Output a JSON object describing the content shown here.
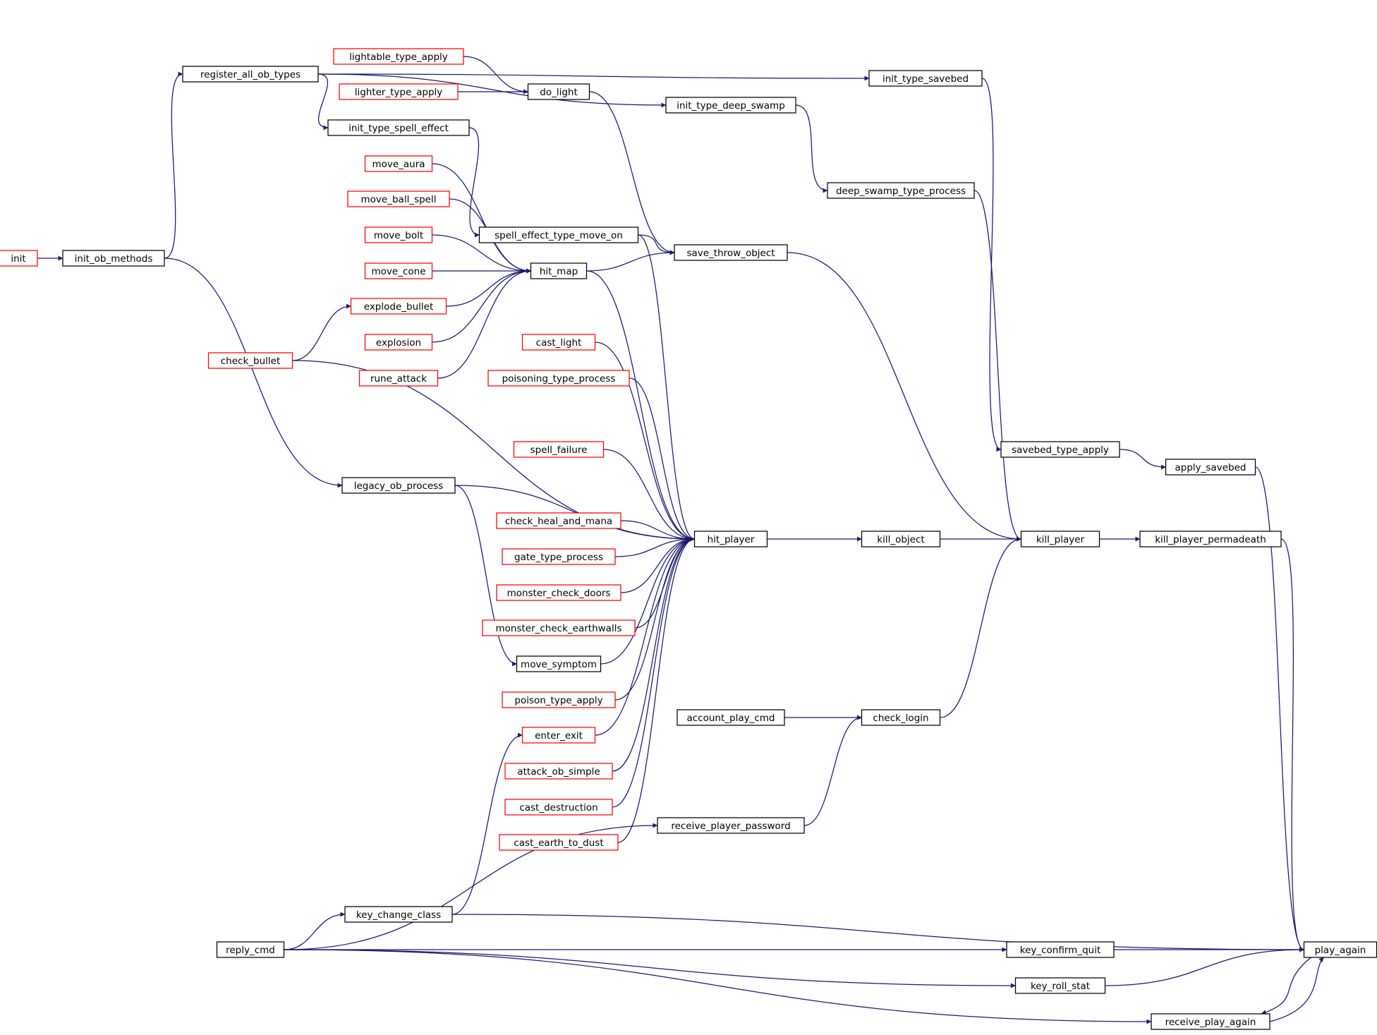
{
  "graph": {
    "colors": {
      "edge": "#191970",
      "node_border_documented": "#000000",
      "node_border_undocumented": "#ff0000",
      "focus_fill": "#bfbfbf"
    },
    "focus_node": "play_again",
    "nodes": [
      {
        "id": "play_again",
        "label": "play_again",
        "style": "focus"
      },
      {
        "id": "register_all_ob_types",
        "label": "register_all_ob_types",
        "style": "normal"
      },
      {
        "id": "lightable_type_apply",
        "label": "lightable_type_apply",
        "style": "red"
      },
      {
        "id": "lighter_type_apply",
        "label": "lighter_type_apply",
        "style": "red"
      },
      {
        "id": "do_light",
        "label": "do_light",
        "style": "normal"
      },
      {
        "id": "init_type_deep_swamp",
        "label": "init_type_deep_swamp",
        "style": "normal"
      },
      {
        "id": "init_type_savebed",
        "label": "init_type_savebed",
        "style": "normal"
      },
      {
        "id": "init_type_spell_effect",
        "label": "init_type_spell_effect",
        "style": "normal"
      },
      {
        "id": "move_aura",
        "label": "move_aura",
        "style": "red"
      },
      {
        "id": "deep_swamp_type_process",
        "label": "deep_swamp_type_process",
        "style": "normal"
      },
      {
        "id": "move_ball_spell",
        "label": "move_ball_spell",
        "style": "red"
      },
      {
        "id": "move_bolt",
        "label": "move_bolt",
        "style": "red"
      },
      {
        "id": "spell_effect_type_move_on",
        "label": "spell_effect_type_move_on",
        "style": "normal"
      },
      {
        "id": "save_throw_object",
        "label": "save_throw_object",
        "style": "normal"
      },
      {
        "id": "init",
        "label": "init",
        "style": "red"
      },
      {
        "id": "init_ob_methods",
        "label": "init_ob_methods",
        "style": "normal"
      },
      {
        "id": "move_cone",
        "label": "move_cone",
        "style": "red"
      },
      {
        "id": "hit_map",
        "label": "hit_map",
        "style": "normal"
      },
      {
        "id": "explode_bullet",
        "label": "explode_bullet",
        "style": "red"
      },
      {
        "id": "explosion",
        "label": "explosion",
        "style": "red"
      },
      {
        "id": "cast_light",
        "label": "cast_light",
        "style": "red"
      },
      {
        "id": "check_bullet",
        "label": "check_bullet",
        "style": "red"
      },
      {
        "id": "rune_attack",
        "label": "rune_attack",
        "style": "red"
      },
      {
        "id": "poisoning_type_process",
        "label": "poisoning_type_process",
        "style": "red"
      },
      {
        "id": "spell_failure",
        "label": "spell_failure",
        "style": "red"
      },
      {
        "id": "savebed_type_apply",
        "label": "savebed_type_apply",
        "style": "normal"
      },
      {
        "id": "apply_savebed",
        "label": "apply_savebed",
        "style": "normal"
      },
      {
        "id": "legacy_ob_process",
        "label": "legacy_ob_process",
        "style": "normal"
      },
      {
        "id": "check_heal_and_mana",
        "label": "check_heal_and_mana",
        "style": "red"
      },
      {
        "id": "hit_player",
        "label": "hit_player",
        "style": "normal"
      },
      {
        "id": "kill_object",
        "label": "kill_object",
        "style": "normal"
      },
      {
        "id": "kill_player",
        "label": "kill_player",
        "style": "normal"
      },
      {
        "id": "kill_player_permadeath",
        "label": "kill_player_permadeath",
        "style": "normal"
      },
      {
        "id": "gate_type_process",
        "label": "gate_type_process",
        "style": "red"
      },
      {
        "id": "monster_check_doors",
        "label": "monster_check_doors",
        "style": "red"
      },
      {
        "id": "monster_check_earthwalls",
        "label": "monster_check_earthwalls",
        "style": "red"
      },
      {
        "id": "move_symptom",
        "label": "move_symptom",
        "style": "normal"
      },
      {
        "id": "poison_type_apply",
        "label": "poison_type_apply",
        "style": "red"
      },
      {
        "id": "account_play_cmd",
        "label": "account_play_cmd",
        "style": "normal"
      },
      {
        "id": "check_login",
        "label": "check_login",
        "style": "normal"
      },
      {
        "id": "enter_exit",
        "label": "enter_exit",
        "style": "red"
      },
      {
        "id": "attack_ob_simple",
        "label": "attack_ob_simple",
        "style": "red"
      },
      {
        "id": "cast_destruction",
        "label": "cast_destruction",
        "style": "red"
      },
      {
        "id": "receive_player_password",
        "label": "receive_player_password",
        "style": "normal"
      },
      {
        "id": "cast_earth_to_dust",
        "label": "cast_earth_to_dust",
        "style": "red"
      },
      {
        "id": "key_change_class",
        "label": "key_change_class",
        "style": "normal"
      },
      {
        "id": "reply_cmd",
        "label": "reply_cmd",
        "style": "normal"
      },
      {
        "id": "key_confirm_quit",
        "label": "key_confirm_quit",
        "style": "normal"
      },
      {
        "id": "key_roll_stat",
        "label": "key_roll_stat",
        "style": "normal"
      },
      {
        "id": "receive_play_again",
        "label": "receive_play_again",
        "style": "normal"
      }
    ],
    "edges": [
      {
        "from": "init",
        "to": "init_ob_methods"
      },
      {
        "from": "init_ob_methods",
        "to": "register_all_ob_types"
      },
      {
        "from": "init_ob_methods",
        "to": "legacy_ob_process"
      },
      {
        "from": "register_all_ob_types",
        "to": "init_type_savebed"
      },
      {
        "from": "register_all_ob_types",
        "to": "init_type_deep_swamp"
      },
      {
        "from": "register_all_ob_types",
        "to": "init_type_spell_effect"
      },
      {
        "from": "lightable_type_apply",
        "to": "do_light"
      },
      {
        "from": "lighter_type_apply",
        "to": "do_light"
      },
      {
        "from": "do_light",
        "to": "save_throw_object"
      },
      {
        "from": "init_type_deep_swamp",
        "to": "deep_swamp_type_process"
      },
      {
        "from": "init_type_savebed",
        "to": "savebed_type_apply"
      },
      {
        "from": "init_type_spell_effect",
        "to": "spell_effect_type_move_on"
      },
      {
        "from": "move_aura",
        "to": "hit_map"
      },
      {
        "from": "move_ball_spell",
        "to": "hit_map"
      },
      {
        "from": "move_bolt",
        "to": "hit_map"
      },
      {
        "from": "move_cone",
        "to": "hit_map"
      },
      {
        "from": "explode_bullet",
        "to": "hit_map"
      },
      {
        "from": "explosion",
        "to": "hit_map"
      },
      {
        "from": "rune_attack",
        "to": "hit_map"
      },
      {
        "from": "check_bullet",
        "to": "explode_bullet"
      },
      {
        "from": "check_bullet",
        "to": "hit_player"
      },
      {
        "from": "spell_effect_type_move_on",
        "to": "save_throw_object"
      },
      {
        "from": "spell_effect_type_move_on",
        "to": "hit_player"
      },
      {
        "from": "hit_map",
        "to": "save_throw_object"
      },
      {
        "from": "hit_map",
        "to": "hit_player"
      },
      {
        "from": "save_throw_object",
        "to": "kill_player"
      },
      {
        "from": "deep_swamp_type_process",
        "to": "kill_player"
      },
      {
        "from": "cast_light",
        "to": "hit_player"
      },
      {
        "from": "poisoning_type_process",
        "to": "hit_player"
      },
      {
        "from": "spell_failure",
        "to": "hit_player"
      },
      {
        "from": "legacy_ob_process",
        "to": "hit_player"
      },
      {
        "from": "legacy_ob_process",
        "to": "move_symptom"
      },
      {
        "from": "check_heal_and_mana",
        "to": "hit_player"
      },
      {
        "from": "gate_type_process",
        "to": "hit_player"
      },
      {
        "from": "monster_check_doors",
        "to": "hit_player"
      },
      {
        "from": "monster_check_earthwalls",
        "to": "hit_player"
      },
      {
        "from": "move_symptom",
        "to": "hit_player"
      },
      {
        "from": "poison_type_apply",
        "to": "hit_player"
      },
      {
        "from": "enter_exit",
        "to": "hit_player"
      },
      {
        "from": "attack_ob_simple",
        "to": "hit_player"
      },
      {
        "from": "cast_destruction",
        "to": "hit_player"
      },
      {
        "from": "cast_earth_to_dust",
        "to": "hit_player"
      },
      {
        "from": "hit_player",
        "to": "kill_object"
      },
      {
        "from": "kill_object",
        "to": "kill_player"
      },
      {
        "from": "kill_player",
        "to": "kill_player_permadeath"
      },
      {
        "from": "savebed_type_apply",
        "to": "apply_savebed"
      },
      {
        "from": "apply_savebed",
        "to": "play_again"
      },
      {
        "from": "kill_player_permadeath",
        "to": "play_again"
      },
      {
        "from": "account_play_cmd",
        "to": "check_login"
      },
      {
        "from": "check_login",
        "to": "kill_player"
      },
      {
        "from": "receive_player_password",
        "to": "check_login"
      },
      {
        "from": "reply_cmd",
        "to": "receive_player_password"
      },
      {
        "from": "reply_cmd",
        "to": "key_change_class"
      },
      {
        "from": "reply_cmd",
        "to": "key_confirm_quit"
      },
      {
        "from": "reply_cmd",
        "to": "key_roll_stat"
      },
      {
        "from": "reply_cmd",
        "to": "receive_play_again"
      },
      {
        "from": "key_change_class",
        "to": "enter_exit"
      },
      {
        "from": "key_change_class",
        "to": "play_again"
      },
      {
        "from": "key_confirm_quit",
        "to": "play_again"
      },
      {
        "from": "key_roll_stat",
        "to": "play_again"
      },
      {
        "from": "receive_play_again",
        "to": "play_again"
      },
      {
        "from": "play_again",
        "to": "receive_play_again"
      }
    ]
  }
}
